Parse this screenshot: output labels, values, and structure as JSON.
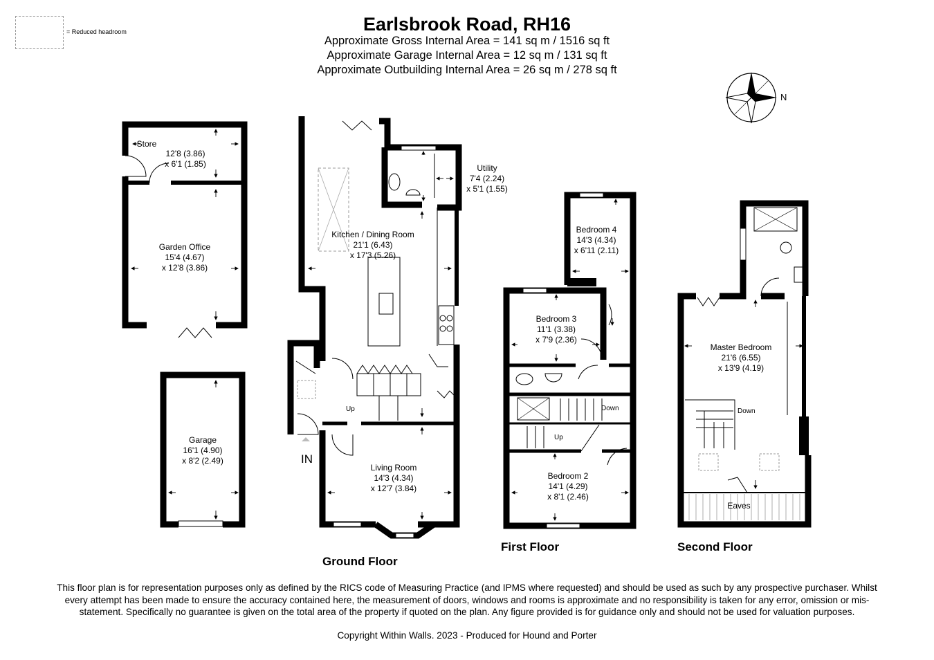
{
  "header": {
    "title": "Earlsbrook Road, RH16",
    "areas": [
      "Approximate Gross Internal Area = 141 sq m / 1516 sq ft",
      "Approximate Garage Internal Area = 12 sq m / 131 sq ft",
      "Approximate Outbuilding Internal Area = 26 sq m / 278 sq ft"
    ]
  },
  "legend": {
    "text": "= Reduced headroom"
  },
  "compass": {
    "label": "N"
  },
  "rooms": {
    "store": {
      "name": "Store",
      "dim1": "12'8 (3.86)",
      "dim2": "x 6'1 (1.85)"
    },
    "garden_office": {
      "name": "Garden Office",
      "dim1": "15'4 (4.67)",
      "dim2": "x 12'8 (3.86)"
    },
    "garage": {
      "name": "Garage",
      "dim1": "16'1 (4.90)",
      "dim2": "x 8'2 (2.49)"
    },
    "utility": {
      "name": "Utility",
      "dim1": "7'4 (2.24)",
      "dim2": "x 5'1 (1.55)"
    },
    "kitchen": {
      "name": "Kitchen / Dining Room",
      "dim1": "21'1 (6.43)",
      "dim2": "x 17'3 (5.26)"
    },
    "living": {
      "name": "Living Room",
      "dim1": "14'3 (4.34)",
      "dim2": "x 12'7 (3.84)"
    },
    "bedroom4": {
      "name": "Bedroom 4",
      "dim1": "14'3 (4.34)",
      "dim2": "x 6'11 (2.11)"
    },
    "bedroom3": {
      "name": "Bedroom 3",
      "dim1": "11'1 (3.38)",
      "dim2": "x 7'9 (2.36)"
    },
    "bedroom2": {
      "name": "Bedroom 2",
      "dim1": "14'1 (4.29)",
      "dim2": "x 8'1 (2.46)"
    },
    "master": {
      "name": "Master Bedroom",
      "dim1": "21'6 (6.55)",
      "dim2": "x 13'9 (4.19)"
    },
    "eaves": {
      "name": "Eaves"
    }
  },
  "stairs": {
    "ground_up": "Up",
    "first_up": "Up",
    "first_down": "Down",
    "second_down": "Down"
  },
  "entrance": {
    "label": "IN"
  },
  "floors": {
    "ground": "Ground Floor",
    "first": "First Floor",
    "second": "Second Floor"
  },
  "footer": {
    "disclaimer": "This floor plan is for representation purposes only as defined by the RICS code of Measuring Practice (and IPMS where requested) and should be used as such by any prospective purchaser. Whilst every attempt has been made to ensure the accuracy contained here, the measurement of doors, windows and rooms is approximate and no responsibility is taken for any error, omission or mis-statement. Specifically no guarantee is given on the total area of the property if quoted on the plan. Any figure provided is for guidance only and should not be used for valuation purposes.",
    "copyright": "Copyright Within Walls. 2023 - Produced for Hound and Porter"
  }
}
